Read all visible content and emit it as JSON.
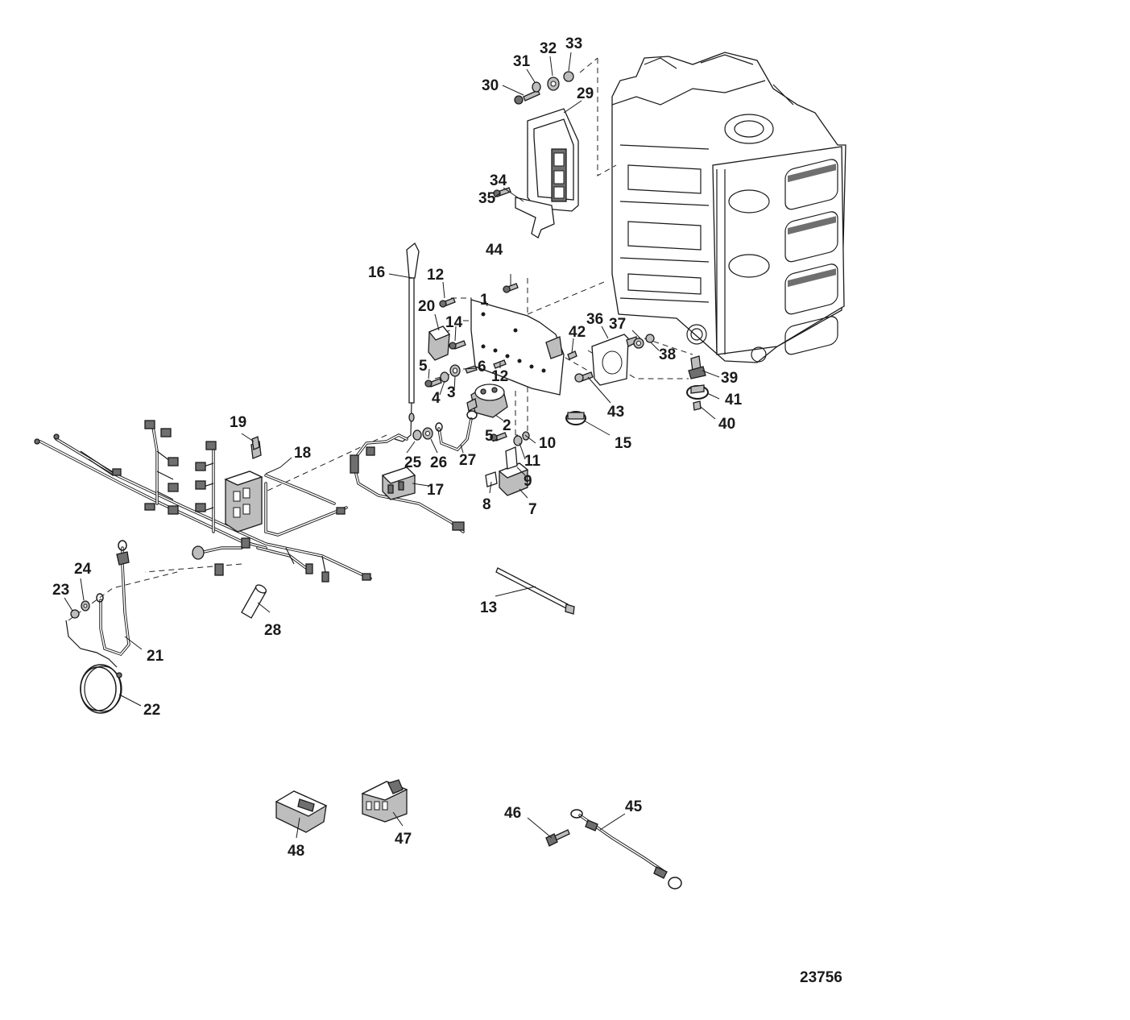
{
  "figure_id": "23756",
  "callouts": [
    {
      "id": "1",
      "label": "1"
    },
    {
      "id": "2",
      "label": "2"
    },
    {
      "id": "3",
      "label": "3"
    },
    {
      "id": "4",
      "label": "4"
    },
    {
      "id": "5a",
      "label": "5"
    },
    {
      "id": "5b",
      "label": "5"
    },
    {
      "id": "6",
      "label": "6"
    },
    {
      "id": "7",
      "label": "7"
    },
    {
      "id": "8",
      "label": "8"
    },
    {
      "id": "9",
      "label": "9"
    },
    {
      "id": "10",
      "label": "10"
    },
    {
      "id": "11",
      "label": "11"
    },
    {
      "id": "12a",
      "label": "12"
    },
    {
      "id": "12b",
      "label": "12"
    },
    {
      "id": "13",
      "label": "13"
    },
    {
      "id": "14",
      "label": "14"
    },
    {
      "id": "15",
      "label": "15"
    },
    {
      "id": "16",
      "label": "16"
    },
    {
      "id": "17",
      "label": "17"
    },
    {
      "id": "18",
      "label": "18"
    },
    {
      "id": "19",
      "label": "19"
    },
    {
      "id": "20",
      "label": "20"
    },
    {
      "id": "21",
      "label": "21"
    },
    {
      "id": "22",
      "label": "22"
    },
    {
      "id": "23",
      "label": "23"
    },
    {
      "id": "24",
      "label": "24"
    },
    {
      "id": "25",
      "label": "25"
    },
    {
      "id": "26",
      "label": "26"
    },
    {
      "id": "27",
      "label": "27"
    },
    {
      "id": "28",
      "label": "28"
    },
    {
      "id": "29",
      "label": "29"
    },
    {
      "id": "30",
      "label": "30"
    },
    {
      "id": "31",
      "label": "31"
    },
    {
      "id": "32",
      "label": "32"
    },
    {
      "id": "33",
      "label": "33"
    },
    {
      "id": "34",
      "label": "34"
    },
    {
      "id": "35",
      "label": "35"
    },
    {
      "id": "36",
      "label": "36"
    },
    {
      "id": "37",
      "label": "37"
    },
    {
      "id": "38",
      "label": "38"
    },
    {
      "id": "39",
      "label": "39"
    },
    {
      "id": "40",
      "label": "40"
    },
    {
      "id": "41",
      "label": "41"
    },
    {
      "id": "42",
      "label": "42"
    },
    {
      "id": "43",
      "label": "43"
    },
    {
      "id": "44",
      "label": "44"
    },
    {
      "id": "45",
      "label": "45"
    },
    {
      "id": "46",
      "label": "46"
    },
    {
      "id": "47",
      "label": "47"
    },
    {
      "id": "48",
      "label": "48"
    }
  ]
}
